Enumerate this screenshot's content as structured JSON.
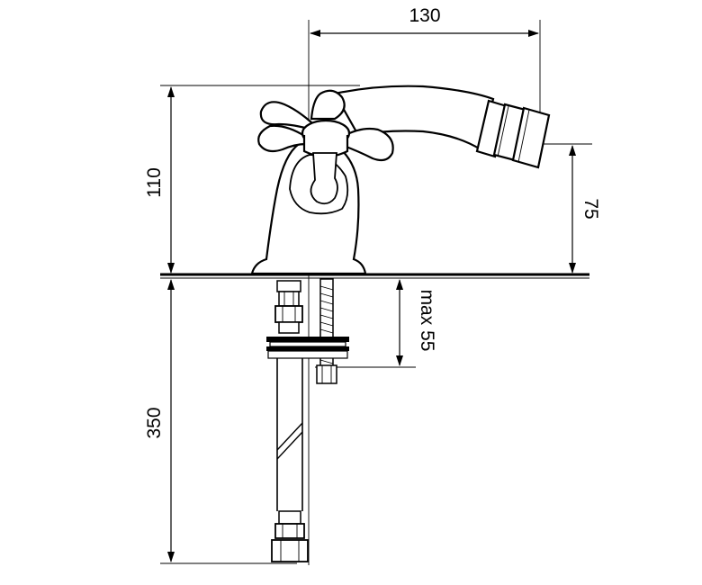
{
  "dimensions": {
    "spout_reach": "130",
    "overall_height": "110",
    "outlet_height": "75",
    "max_deck_thickness": "max 55",
    "hose_length": "350"
  },
  "colors": {
    "line": "#000000",
    "background": "#ffffff"
  }
}
